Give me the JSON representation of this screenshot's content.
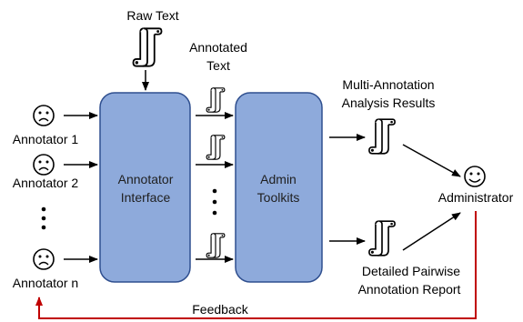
{
  "raw_text": "Raw Text",
  "annotated_text": [
    "Annotated",
    "Text"
  ],
  "annotators": [
    "Annotator 1",
    "Annotator 2",
    "Annotator n"
  ],
  "interface_box": [
    "Annotator",
    "Interface"
  ],
  "admin_box": [
    "Admin",
    "Toolkits"
  ],
  "multi_results": [
    "Multi-Annotation",
    "Analysis Results"
  ],
  "pairwise_report": [
    "Detailed Pairwise",
    "Annotation Report"
  ],
  "administrator": "Administrator",
  "feedback": "Feedback",
  "colors": {
    "box_fill": "#8eaadb",
    "box_stroke": "#2f4f8f",
    "feedback_arrow": "#c00000",
    "arrow": "#000000"
  },
  "icons": {
    "annotator": "sad-face-icon",
    "administrator": "smiley-face-icon",
    "document": "scroll-document-icon"
  }
}
